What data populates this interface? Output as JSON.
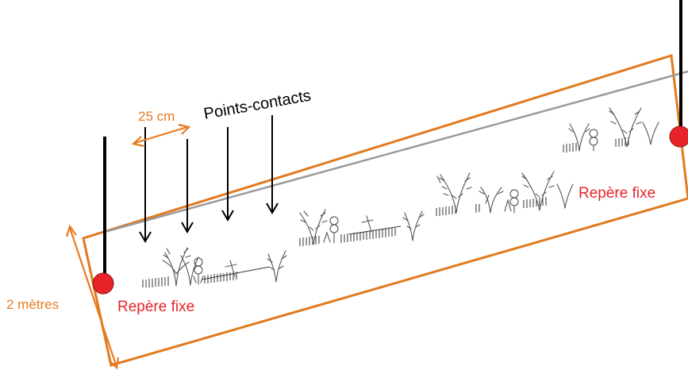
{
  "diagram": {
    "spacing_label": "25 cm",
    "points_label": "Points-contacts",
    "width_label": "2 mètres",
    "fixed_marker_left_label": "Repère fixe",
    "fixed_marker_right_label": "Repère fixe",
    "colors": {
      "frame": "#E07A1F",
      "dimension": "#E87C1E",
      "marker": "#E8242A",
      "line": "#9A9A9A",
      "arrow": "#000000",
      "vegetation": "#555555"
    }
  }
}
